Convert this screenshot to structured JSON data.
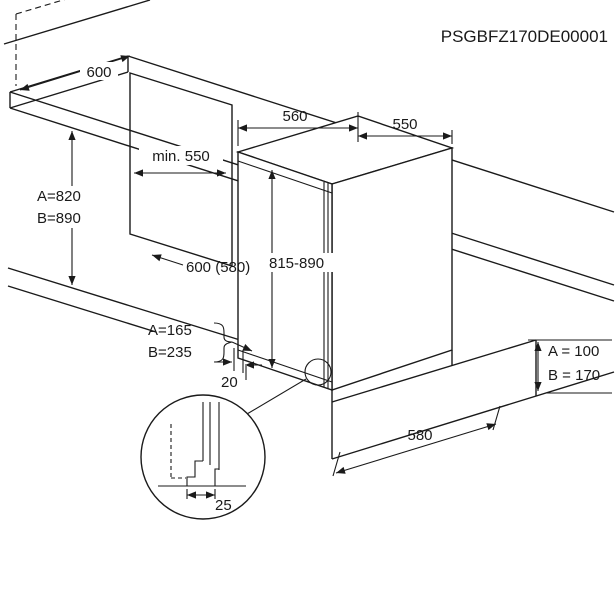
{
  "title": {
    "code": "PSGBFZ170DE00001"
  },
  "colors": {
    "line": "#1a1a1a",
    "background": "#ffffff"
  },
  "dimensions": {
    "worktop_depth": "600",
    "niche_min_depth": "min. 550",
    "niche_height_a": "A=820",
    "niche_height_b": "B=890",
    "niche_floor_depth": "600 (580)",
    "appliance_depth": "560",
    "appliance_width": "550",
    "appliance_height": "815-890",
    "plinth_recess_a": "A=165",
    "plinth_recess_b": "B=235",
    "recess_depth": "20",
    "plinth_height_a": "A = 100",
    "plinth_height_b": "B = 170",
    "floor_depth": "580",
    "foot_offset": "25"
  }
}
